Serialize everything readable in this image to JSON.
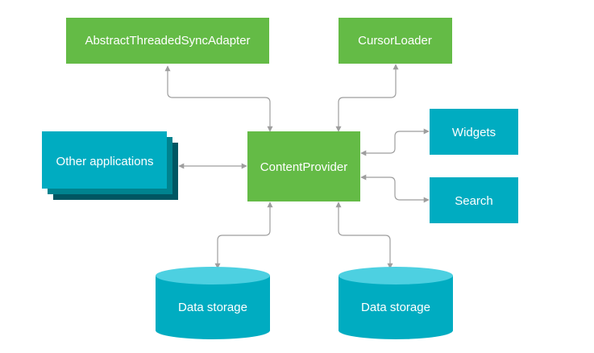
{
  "colors": {
    "green": "#64bb46",
    "teal": "#00acc1",
    "teal_top": "#4dd0e1",
    "teal_shadow_1": "#00838f",
    "teal_shadow_2": "#005662",
    "arrow": "#9e9e9e"
  },
  "nodes": {
    "abstract_threaded_sync_adapter": "AbstractThreadedSyncAdapter",
    "cursor_loader": "CursorLoader",
    "content_provider": "ContentProvider",
    "other_applications": "Other applications",
    "widgets": "Widgets",
    "search": "Search",
    "data_storage_left": "Data storage",
    "data_storage_right": "Data storage"
  }
}
